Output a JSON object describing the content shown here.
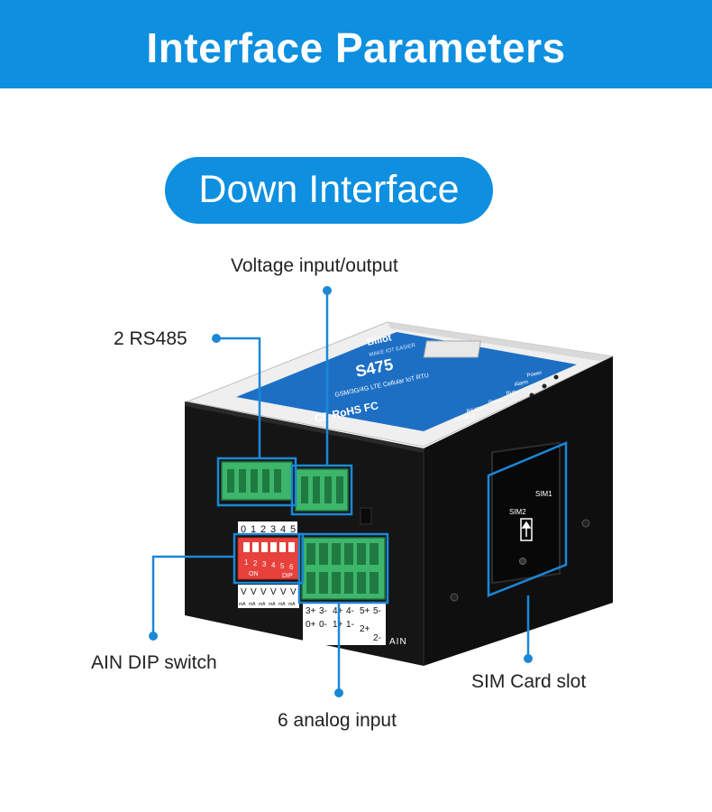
{
  "header": {
    "title": "Interface Parameters"
  },
  "section": {
    "title": "Down Interface"
  },
  "callouts": {
    "voltage": "Voltage input/output",
    "rs485": "2 RS485",
    "ain_dip": "AIN DIP switch",
    "analog": "6 analog input",
    "sim": "SIM Card slot"
  },
  "device": {
    "brand": "Bliiot",
    "brand_tagline": "MAKE IOT EASIER",
    "model": "S475",
    "subtitle": "GSM/3G/4G LTE Cellular IoT RTU",
    "certifications": "CE RoHS FC",
    "indicators": [
      "Power",
      "Alarm",
      "Run",
      "Status",
      "RS485-1",
      "RS485-2"
    ],
    "dip_numbers": [
      "0",
      "1",
      "2",
      "3",
      "4",
      "5"
    ],
    "dip_switch_labels": [
      "1",
      "2",
      "3",
      "4",
      "5",
      "6"
    ],
    "dip_on_label": "ON",
    "dip_label": "DIP",
    "voltage_marks": [
      "V",
      "V",
      "V",
      "V",
      "V",
      "V"
    ],
    "current_marks": [
      "mA",
      "mA",
      "mA",
      "mA",
      "mA",
      "mA"
    ],
    "ain_top_labels": [
      "3+",
      "3-",
      "4+",
      "4-",
      "5+",
      "5-"
    ],
    "ain_bottom_labels": [
      "0+",
      "0-",
      "1+",
      "1-",
      "2+",
      "2-"
    ],
    "ain_label": "AIN",
    "sim_labels": [
      "SIM2",
      "SIM1"
    ]
  },
  "colors": {
    "brand_blue": "#0e8fe0",
    "device_black": "#151515",
    "terminal_green": "#3db56a",
    "dip_red": "#e8413c",
    "callout_line": "#1b87d6"
  }
}
